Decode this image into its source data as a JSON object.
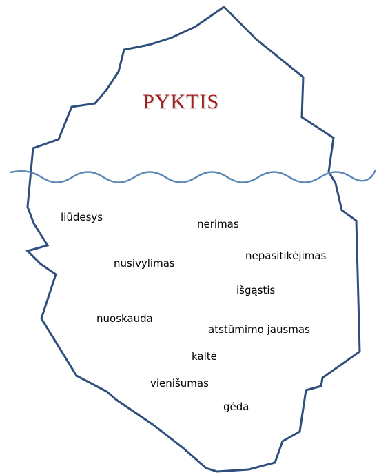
{
  "title": "PYKTIS",
  "words": [
    "liūdesys",
    "nerimas",
    "nepasitikėjimas",
    "nusivylimas",
    "išgąstis",
    "nuoskauda",
    "atstūmimo jausmas",
    "kaltė",
    "vienišumas",
    "gėda"
  ],
  "colors": {
    "outline": "#2e4f7c",
    "water": "#5b88b6",
    "title": "#a51c1c"
  }
}
